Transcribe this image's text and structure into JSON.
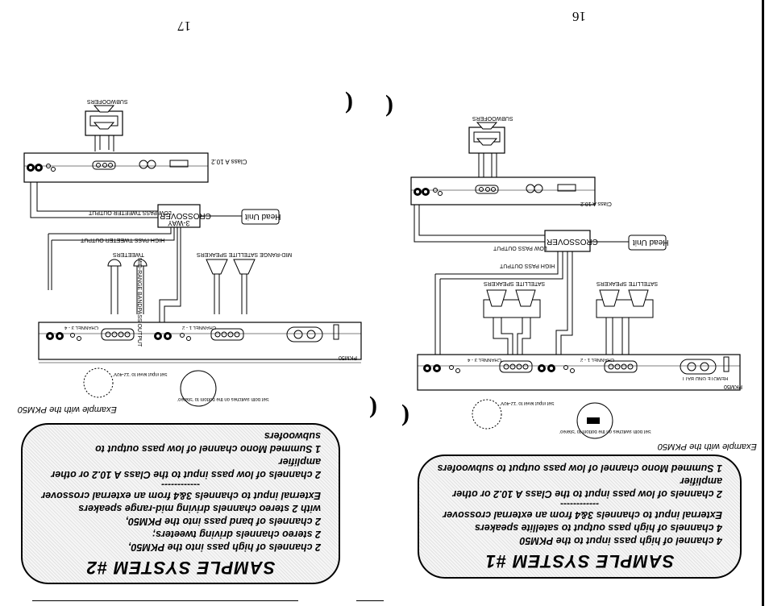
{
  "page_left": {
    "number": "17"
  },
  "page_right": {
    "number": "16"
  },
  "system2": {
    "title": "SAMPLE SYSTEM #2",
    "lines": [
      "2 channels of high pass into the PKM50,",
      "2 stereo channels driving tweeters;",
      "2 channels of band pass into the PKM50,",
      "with 2 stereo channels driving mid-range speakers",
      "External input to channels 3&4 from an external crossover",
      "2 channels of low pass input to the Class A 10.2 or other amplifier",
      "1 Summed Mono channel of low pass output to subwoofers"
    ],
    "separator": "------------",
    "example": "Example with the PKM50",
    "labels": {
      "subwoofers": "SUBWOOFERS",
      "class_a": "Class A 10.2",
      "crossover": "CROSSOVER",
      "crossover_type": "3-WAY",
      "head_unit": "Head Unit",
      "low_pass": "LOW PASS TWEETER OUTPUT",
      "high_pass": "HIGH PASS TWEETER OUTPUT",
      "tweeters": "TWEETERS",
      "mid_range": "MID-RANGE SATELLITE SPEAKERS",
      "bandpass": "MID-RANGE BANDPASS OUTPUT",
      "amp": "PKM50",
      "channel_34": "CHANNEL 3 - 4",
      "channel_12": "CHANNEL 1 - 2",
      "note_a": "Set input level to '12-40V'",
      "note_b": "Set both switches on the bottom to 'Stereo'"
    }
  },
  "system1": {
    "title": "SAMPLE SYSTEM #1",
    "lines": [
      "4 channel of high pass input to the PKM50",
      "4 channels of high pass output to satellite speakers",
      "External input to channels 3&4 from an external crossover",
      "2 channels of low pass input to the Class A 10.2 or other amplifier",
      "1 Summed Mono channel of low pass output to subwoofers"
    ],
    "separator": "------------",
    "example": "Example with the PKM50",
    "labels": {
      "subwoofers": "SUBWOOFERS",
      "class_a": "Class A 10.2",
      "crossover": "CROSSOVER",
      "head_unit": "Head Unit",
      "low_pass": "LOW PASS OUTPUT",
      "high_pass": "HIGH PASS OUTPUT",
      "satellites_a": "SATELLITE SPEAKERS",
      "satellites_b": "SATELLITE SPEAKERS",
      "amp": "PKM50",
      "channel_34": "CHANNEL 3 - 4",
      "channel_12": "CHANNEL 1 - 2",
      "sockets": "REMOTE  GND  BATT",
      "note_a": "Set input level to '12-40V'",
      "note_b": "Set both switches on the bottom to 'Stereo'"
    }
  }
}
